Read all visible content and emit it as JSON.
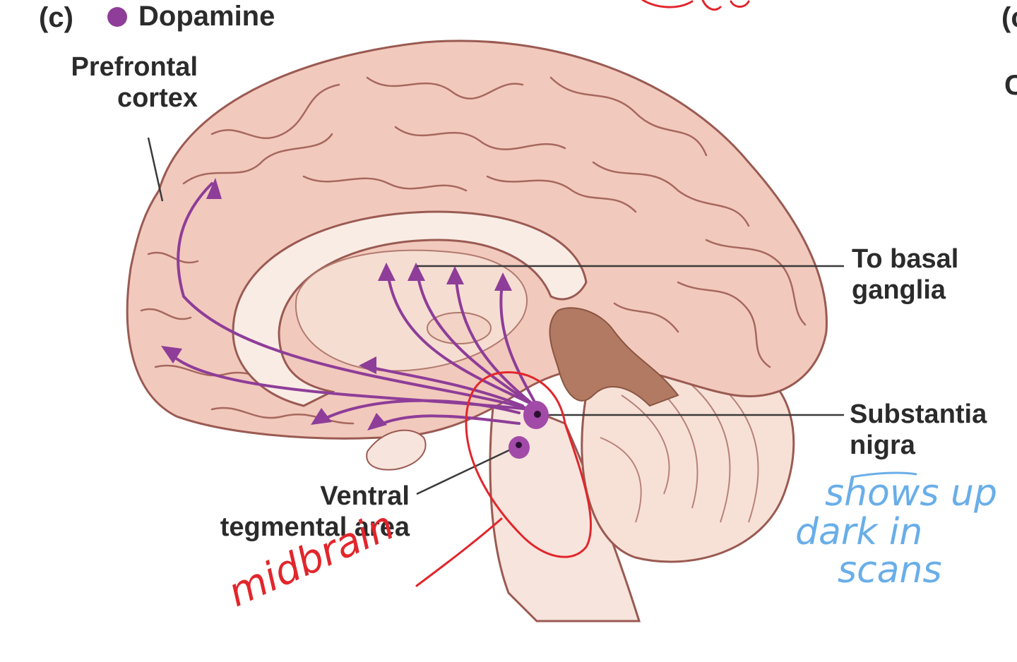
{
  "figure": {
    "panel_letter": "(c)",
    "title": "Dopamine",
    "colors": {
      "dopamine": "#8e3d98",
      "brain": "#f2c9bd",
      "brain_line": "#9a5a52",
      "stem": "#f7e4dc",
      "cavity": "#b27a62",
      "label_line": "#3a3a3a",
      "red_ink": "#e1262c",
      "blue_ink": "#69aee8"
    }
  },
  "labels": {
    "prefrontal_cortex": [
      "Prefrontal",
      "cortex"
    ],
    "basal_ganglia": [
      "To basal",
      "ganglia"
    ],
    "substantia_nigra": [
      "Substantia",
      "nigra"
    ],
    "ventral_tegmental_area": [
      "Ventral",
      "tegmental area"
    ]
  },
  "annotations": {
    "midbrain": "midbrain",
    "scan_note": [
      "shows up",
      "dark in",
      "scans"
    ]
  },
  "edge_fragments": {
    "right_top": "(c",
    "right_mid": "C"
  }
}
